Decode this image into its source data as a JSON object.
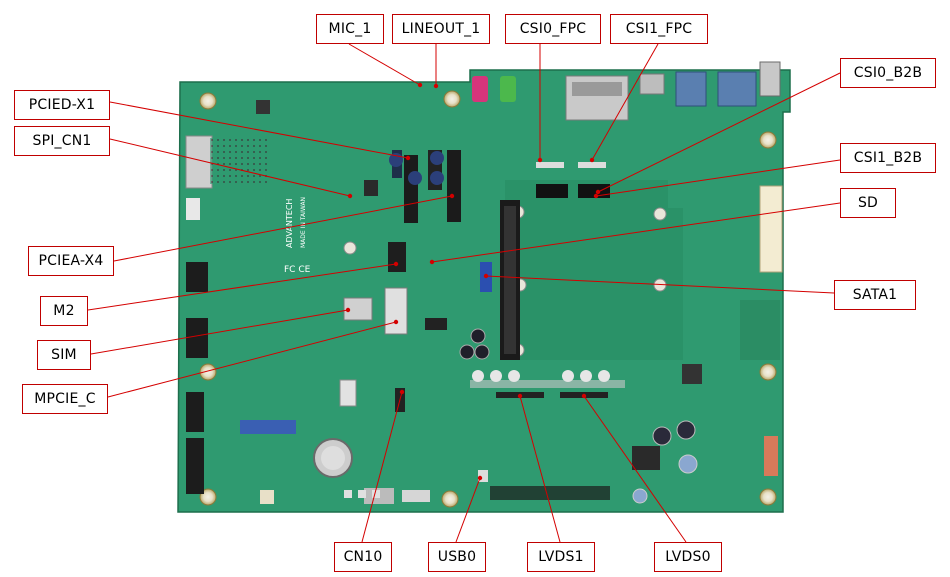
{
  "diagram": {
    "labels": {
      "mic_1": "MIC_1",
      "lineout_1": "LINEOUT_1",
      "csi0_fpc": "CSI0_FPC",
      "csi1_fpc": "CSI1_FPC",
      "csi0_b2b": "CSI0_B2B",
      "pcied_x1": "PCIED-X1",
      "spi_cn1": "SPI_CN1",
      "csi1_b2b": "CSI1_B2B",
      "sd": "SD",
      "pciea_x4": "PCIEA-X4",
      "sata1": "SATA1",
      "m2": "M2",
      "sim": "SIM",
      "mpcie_c": "MPCIE_C",
      "cn10": "CN10",
      "usb0": "USB0",
      "lvds1": "LVDS1",
      "lvds0": "LVDS0"
    },
    "board_silkscreen": {
      "brand": "ADVANTECH",
      "made_in": "MADE IN TAIWAN",
      "marks": "FC CE"
    },
    "colors": {
      "pcb": "#2f9a70",
      "pcb_dark": "#1f7a55",
      "leader": "#d40000",
      "box_border": "#c00000"
    }
  }
}
